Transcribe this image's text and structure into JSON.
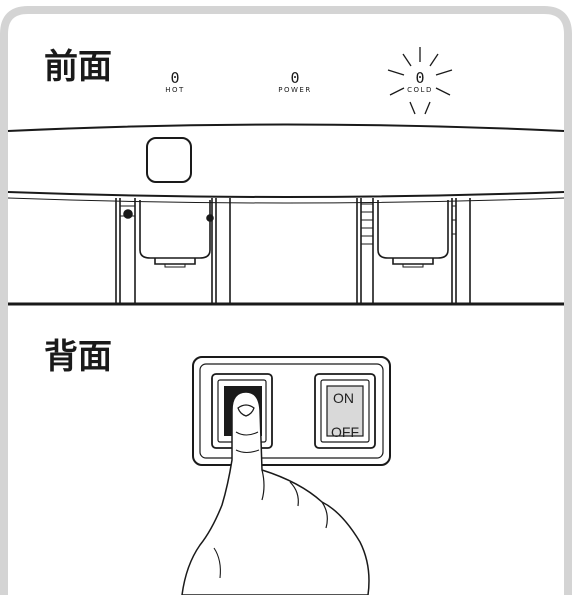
{
  "front": {
    "title": "前面"
  },
  "back": {
    "title": "背面"
  },
  "indicators": [
    {
      "digit": "0",
      "label": "HOT"
    },
    {
      "digit": "0",
      "label": "POWER"
    },
    {
      "digit": "0",
      "label": "COLD",
      "lit": true
    }
  ],
  "power_switch": {
    "on_label": "ON",
    "off_label": "OFF"
  },
  "icons": [
    "hand-pointer-icon",
    "light-rays-icon",
    "touch-button-icon"
  ]
}
